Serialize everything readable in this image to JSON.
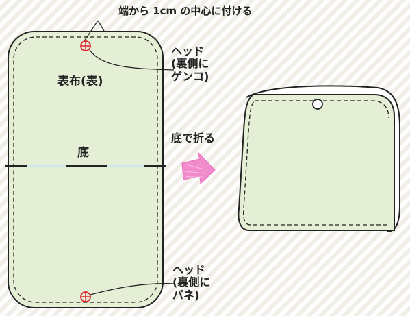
{
  "annotations": {
    "top_note": "端から 1cm の中心に付ける",
    "head_top": "ヘッド\n(裏側に\nゲンコ)",
    "head_bottom": "ヘッド\n(裏側に\nバネ)",
    "fold_instruction": "底で折る"
  },
  "panel": {
    "face_label": "表布(表)",
    "bottom_label": "底"
  },
  "colors": {
    "fabric": "#e4efd6",
    "outline": "#222222",
    "snap_marker": "#e0242c",
    "arrow": "#f080c8",
    "fold_line": "#cfe6ec"
  },
  "icons": {
    "snap_head_top": "crosshair-circle-icon",
    "snap_head_bottom": "crosshair-circle-icon",
    "fold_arrow": "right-arrow-icon"
  }
}
